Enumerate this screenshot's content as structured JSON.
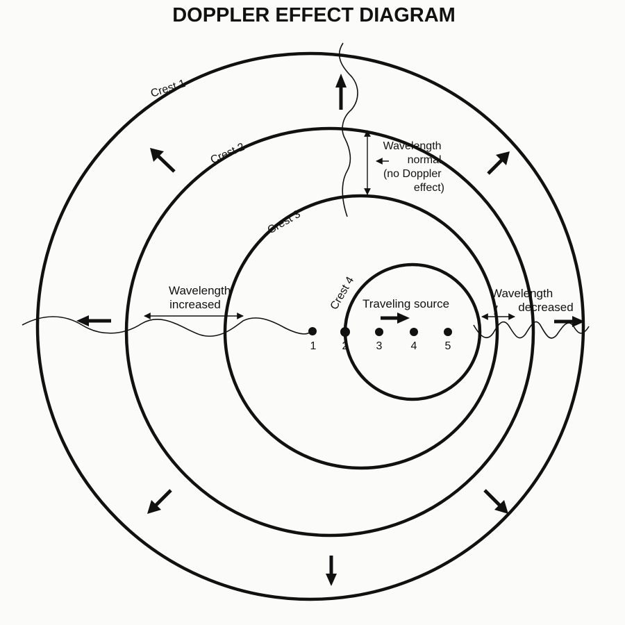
{
  "title": "DOPPLER EFFECT DIAGRAM",
  "crests": {
    "crest1": "Crest 1",
    "crest2": "Crest 2",
    "crest3": "Crest 3",
    "crest4": "Crest 4"
  },
  "source_label": "Traveling source",
  "positions": [
    "1",
    "2",
    "3",
    "4",
    "5"
  ],
  "wavelength_increased": [
    "Wavelength",
    "increased"
  ],
  "wavelength_decreased": [
    "Wavelength",
    "decreased"
  ],
  "wavelength_normal": [
    "Wavelength",
    "normal",
    "(no Doppler",
    "effect)"
  ]
}
